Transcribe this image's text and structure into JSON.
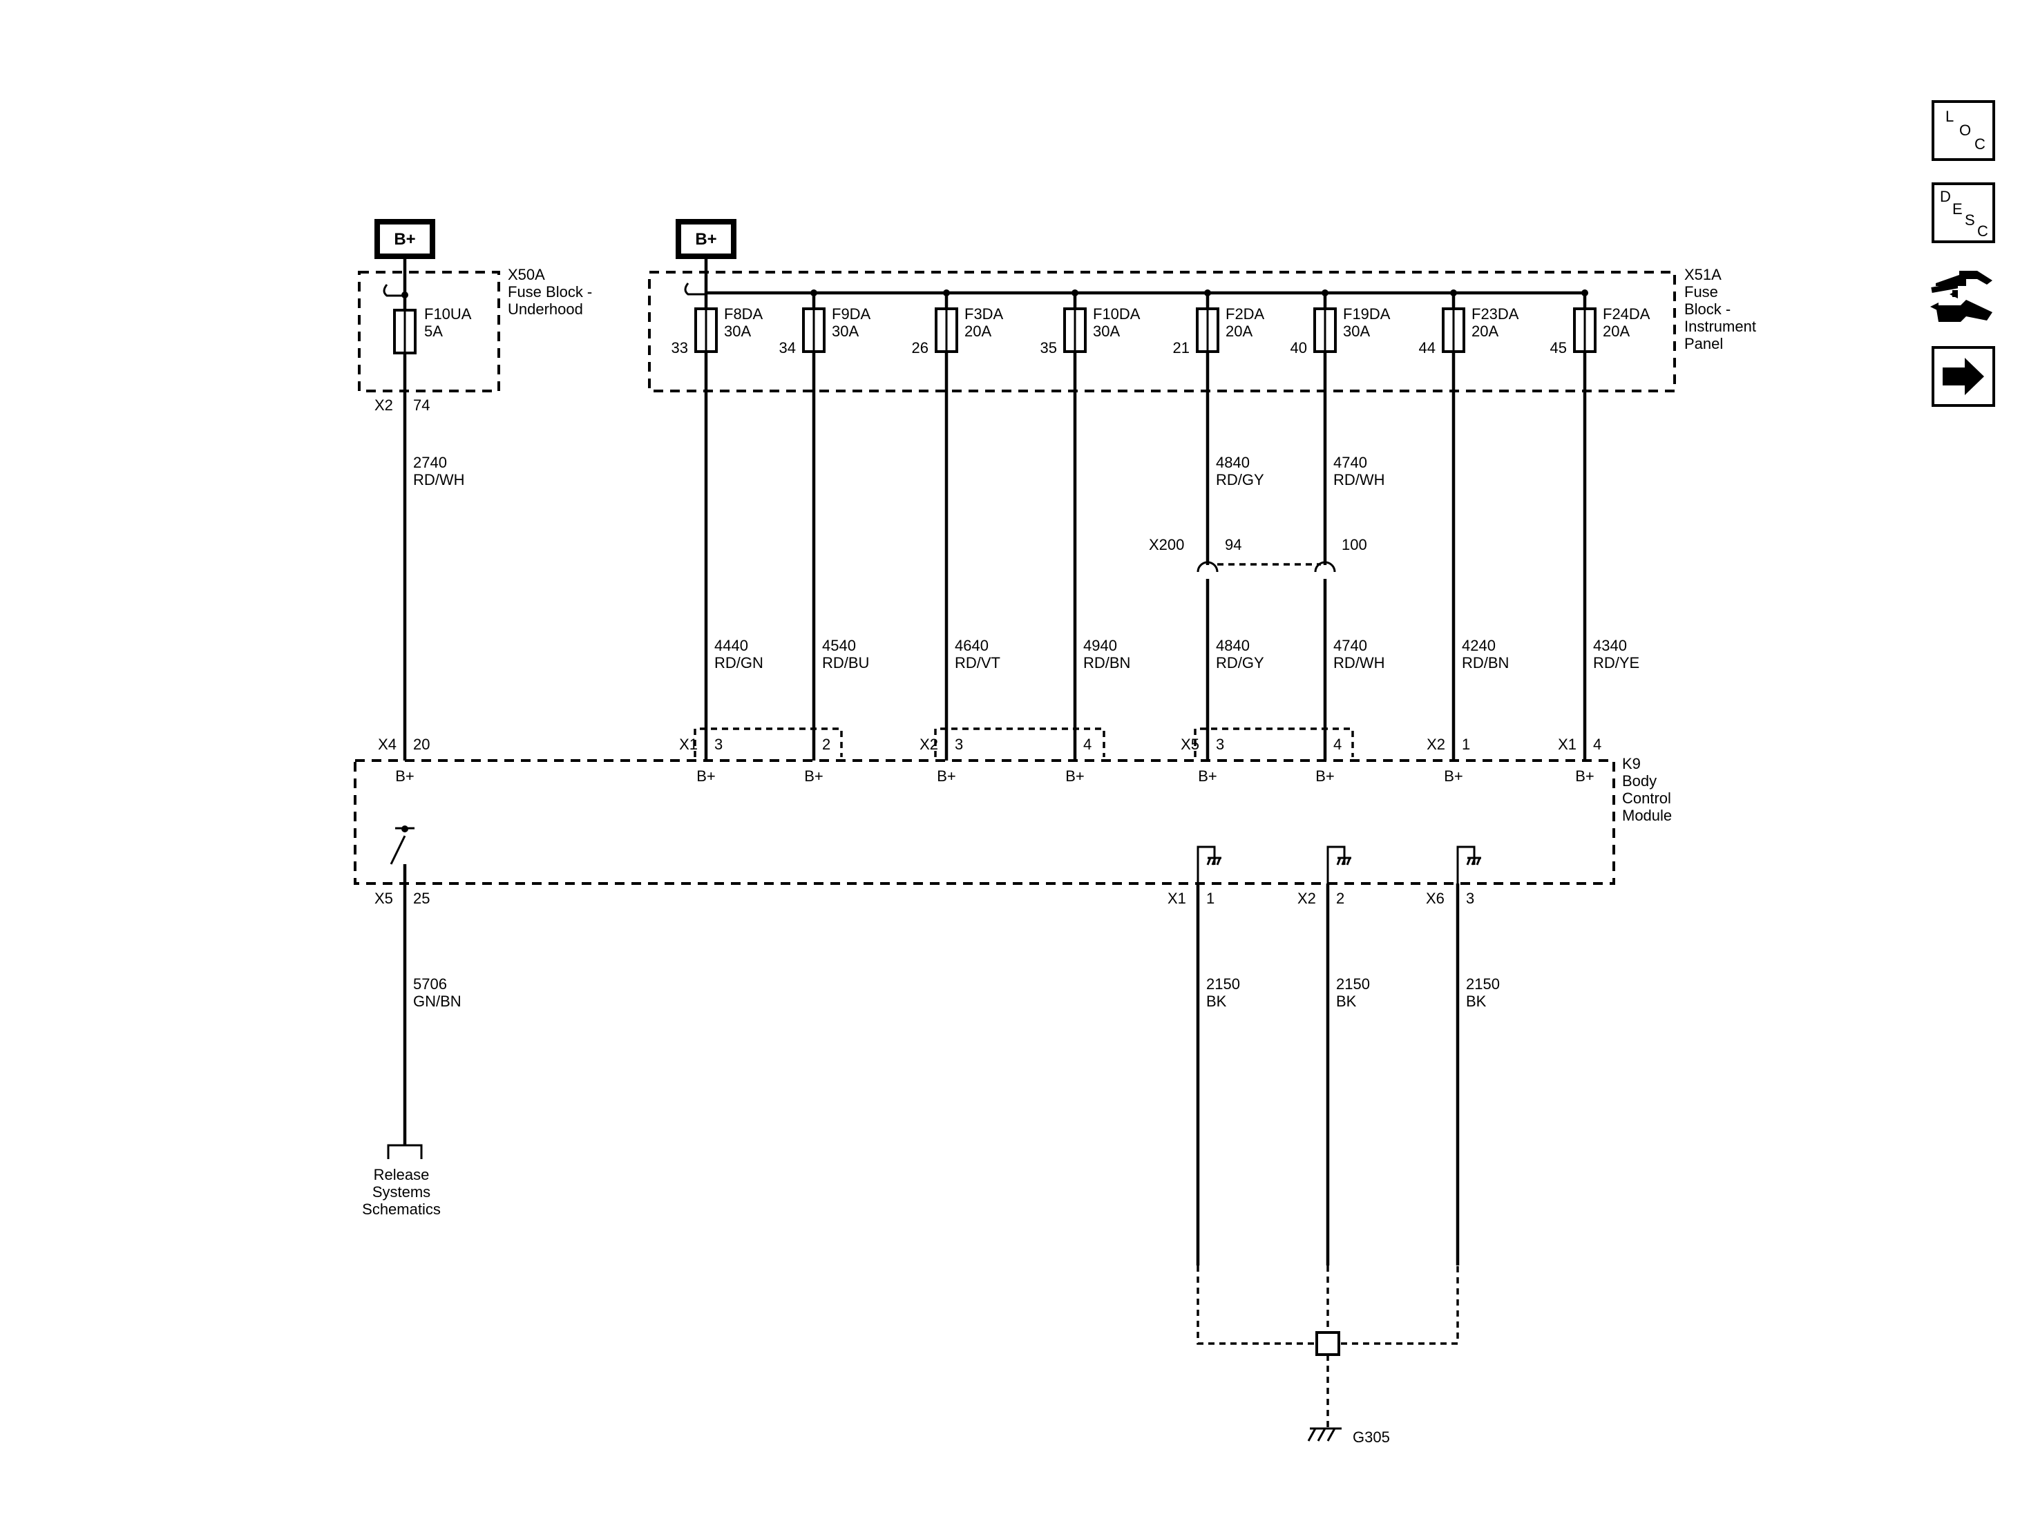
{
  "power": {
    "label": "B+"
  },
  "fuse_block_underhood": {
    "id": "X50A",
    "name_line1": "Fuse Block -",
    "name_line2": "Underhood",
    "fuse": "F10UA",
    "rating": "5A",
    "connector": "X2",
    "pin": "74"
  },
  "fuse_block_ip": {
    "id": "X51A",
    "name_line1": "Fuse",
    "name_line2": "Block -",
    "name_line3": "Instrument",
    "name_line4": "Panel",
    "fuses": [
      {
        "name": "F8DA",
        "rating": "30A",
        "pin": "33"
      },
      {
        "name": "F9DA",
        "rating": "30A",
        "pin": "34"
      },
      {
        "name": "F3DA",
        "rating": "20A",
        "pin": "26"
      },
      {
        "name": "F10DA",
        "rating": "30A",
        "pin": "35"
      },
      {
        "name": "F2DA",
        "rating": "20A",
        "pin": "21"
      },
      {
        "name": "F19DA",
        "rating": "30A",
        "pin": "40"
      },
      {
        "name": "F23DA",
        "rating": "20A",
        "pin": "44"
      },
      {
        "name": "F24DA",
        "rating": "20A",
        "pin": "45"
      }
    ]
  },
  "upper_wires": [
    {
      "circuit": "2740",
      "color": "RD/WH"
    },
    {
      "circuit": "4840",
      "color": "RD/GY"
    },
    {
      "circuit": "4740",
      "color": "RD/WH"
    }
  ],
  "inline_connector": {
    "id": "X200",
    "pin_a": "94",
    "pin_b": "100"
  },
  "bcm_wires": [
    {
      "circuit": "4440",
      "color": "RD/GN"
    },
    {
      "circuit": "4540",
      "color": "RD/BU"
    },
    {
      "circuit": "4640",
      "color": "RD/VT"
    },
    {
      "circuit": "4940",
      "color": "RD/BN"
    },
    {
      "circuit": "4840",
      "color": "RD/GY"
    },
    {
      "circuit": "4740",
      "color": "RD/WH"
    },
    {
      "circuit": "4240",
      "color": "RD/BN"
    },
    {
      "circuit": "4340",
      "color": "RD/YE"
    }
  ],
  "bcm_inputs": [
    {
      "conn": "X4",
      "pin": "20"
    },
    {
      "conn": "X1",
      "pin": "3"
    },
    {
      "conn": "",
      "pin": "2"
    },
    {
      "conn": "X2",
      "pin": "3"
    },
    {
      "conn": "",
      "pin": "4"
    },
    {
      "conn": "X5",
      "pin": "3"
    },
    {
      "conn": "",
      "pin": "4"
    },
    {
      "conn": "X2",
      "pin": "1"
    },
    {
      "conn": "X1",
      "pin": "4"
    }
  ],
  "bcm": {
    "id": "K9",
    "name_line1": "Body",
    "name_line2": "Control",
    "name_line3": "Module",
    "pin_label": "B+"
  },
  "bcm_outputs": [
    {
      "conn": "X5",
      "pin": "25"
    },
    {
      "conn": "X1",
      "pin": "1"
    },
    {
      "conn": "X2",
      "pin": "2"
    },
    {
      "conn": "X6",
      "pin": "3"
    }
  ],
  "release_wire": {
    "circuit": "5706",
    "color": "GN/BN"
  },
  "release_dest": {
    "line1": "Release",
    "line2": "Systems",
    "line3": "Schematics"
  },
  "ground_wire": {
    "circuit": "2150",
    "color": "BK"
  },
  "ground": {
    "id": "G305"
  },
  "nav": {
    "loc": {
      "l1": "L",
      "l2": "O",
      "l3": "C"
    },
    "desc": {
      "l1": "D",
      "l2": "E",
      "l3": "S",
      "l4": "C"
    },
    "icons": [
      "connector-end-view-icon",
      "next-page-arrow-icon"
    ]
  }
}
